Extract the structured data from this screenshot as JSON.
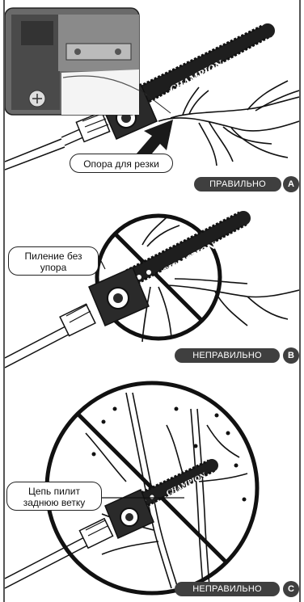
{
  "panels": [
    {
      "id": "A",
      "callout": "Опора для резки",
      "status_label": "ПРАВИЛЬНО",
      "letter": "A",
      "brand": "CHAMPION"
    },
    {
      "id": "B",
      "callout_lines": [
        "Пиление без",
        "упора"
      ],
      "status_label": "НЕПРАВИЛЬНО",
      "letter": "B",
      "brand": "CHAMPION"
    },
    {
      "id": "C",
      "callout_lines": [
        "Цепь пилит",
        "заднюю ветку"
      ],
      "status_label": "НЕПРАВИЛЬНО",
      "letter": "C",
      "brand": "CHAMPION"
    }
  ],
  "colors": {
    "pill_background": "#3f3f3f",
    "pill_text": "#ffffff",
    "ink": "#111111"
  },
  "icons": [
    "arrow-icon",
    "prohibition-icon"
  ]
}
